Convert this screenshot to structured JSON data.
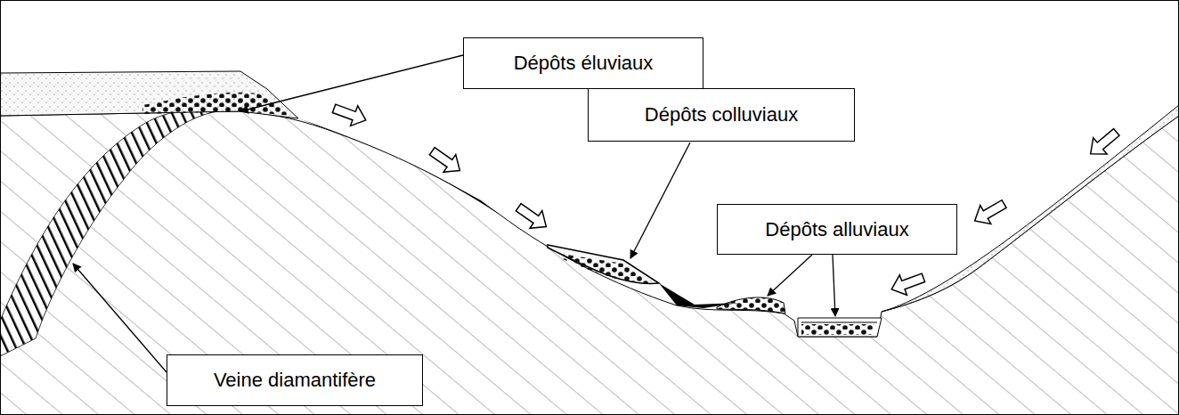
{
  "diagram": {
    "nodes": [
      {
        "text": [
          "Dépôts éluviaux"
        ]
      },
      {
        "text": [
          "Dépôts colluviaux"
        ]
      },
      {
        "text": [
          "Dépôts alluviaux"
        ]
      },
      {
        "text": [
          "Veine diamantifère"
        ]
      }
    ]
  }
}
